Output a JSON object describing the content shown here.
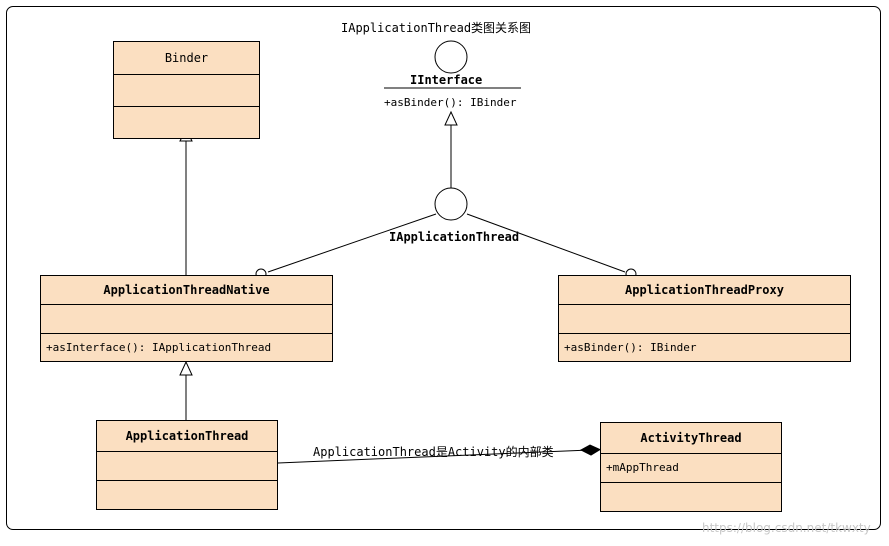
{
  "diagram": {
    "title": "IApplicationThread类图关系图",
    "watermark": "https://blog.csdn.net/tkwxty",
    "interfaces": [
      {
        "name": "IInterface",
        "method": "+asBinder(): IBinder"
      },
      {
        "name": "IApplicationThread"
      }
    ],
    "classes": [
      {
        "name": "Binder",
        "members": [
          "",
          ""
        ]
      },
      {
        "name": "ApplicationThreadNative",
        "members": [
          "",
          "+asInterface(): IApplicationThread"
        ]
      },
      {
        "name": "ApplicationThreadProxy",
        "members": [
          "",
          "+asBinder(): IBinder"
        ]
      },
      {
        "name": "ApplicationThread",
        "members": [
          "",
          ""
        ]
      },
      {
        "name": "ActivityThread",
        "members": [
          "+mAppThread",
          ""
        ]
      }
    ],
    "notes": [
      {
        "text": "ApplicationThread是Activity的内部类"
      }
    ],
    "colors": {
      "fill": "#fbdfc1",
      "stroke": "#000000",
      "background": "#ffffff",
      "watermark": "#c8c8c8"
    }
  }
}
